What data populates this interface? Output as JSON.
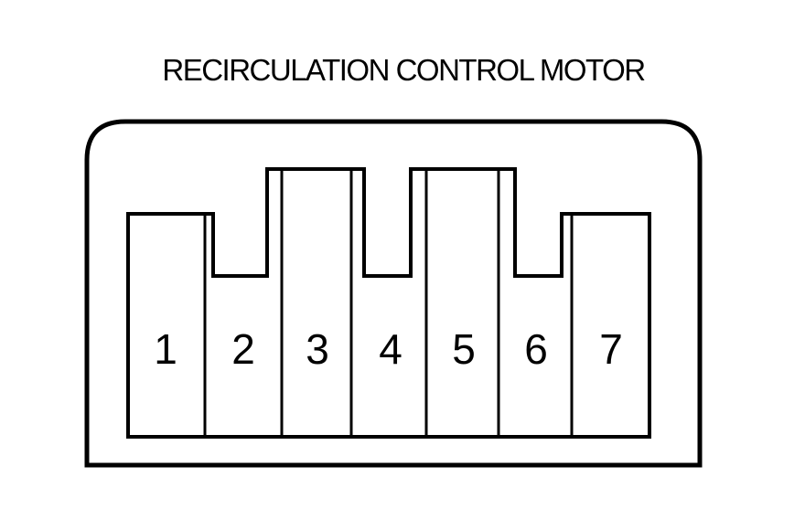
{
  "title": "RECIRCULATION CONTROL MOTOR",
  "connector": {
    "pins": [
      "1",
      "2",
      "3",
      "4",
      "5",
      "6",
      "7"
    ]
  },
  "colors": {
    "line": "#000000",
    "background": "#ffffff"
  }
}
